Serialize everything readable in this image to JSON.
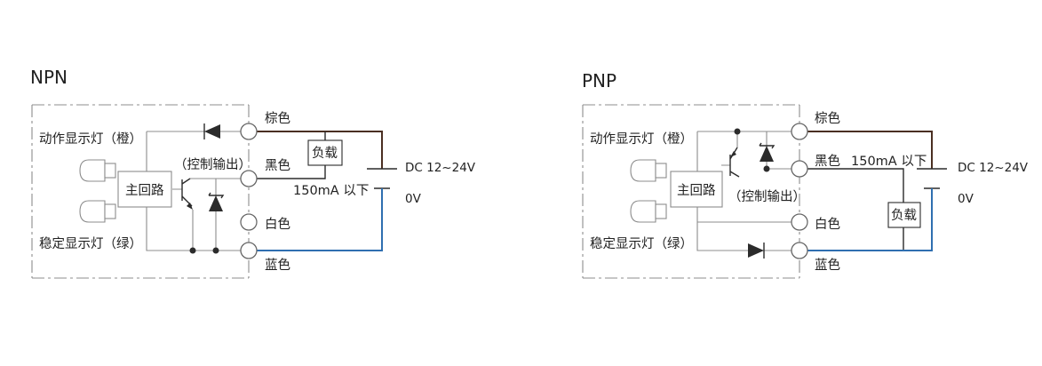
{
  "npn": {
    "title": "NPN",
    "terminal_brown": "棕色",
    "terminal_black": "黑色",
    "terminal_white": "白色",
    "terminal_blue": "蓝色",
    "indicator_orange": "动作显示灯（橙）",
    "indicator_green": "稳定显示灯（绿）",
    "main_circuit": "主回路",
    "control_output": "（控制输出）",
    "load": "负载",
    "current": "150mA 以下",
    "supply": "DC 12~24V",
    "zero_volt": "0V"
  },
  "pnp": {
    "title": "PNP",
    "terminal_brown": "棕色",
    "terminal_black": "黑色",
    "terminal_white": "白色",
    "terminal_blue": "蓝色",
    "indicator_orange": "动作显示灯（橙）",
    "indicator_green": "稳定显示灯（绿）",
    "main_circuit": "主回路",
    "control_output": "（控制输出）",
    "load": "负载",
    "current": "150mA 以下",
    "supply": "DC 12~24V",
    "zero_volt": "0V"
  },
  "colors": {
    "brown_wire": "#4a2f22",
    "blue_wire": "#2f6fb0",
    "circuit_line": "#8c8c8c",
    "component": "#2b2b2b"
  }
}
